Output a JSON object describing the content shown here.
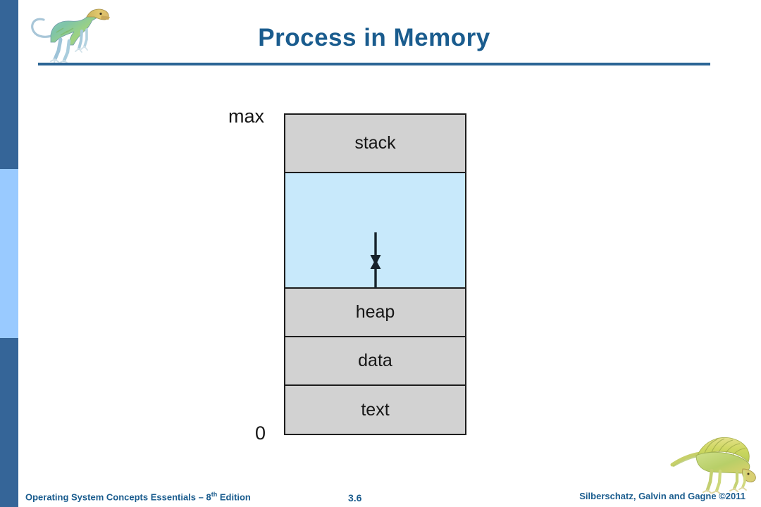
{
  "slide": {
    "title": "Process in Memory",
    "accent_color": "#1a5c8e",
    "rule_color": "#2b6595"
  },
  "rail": {
    "band_top_color": "#356598",
    "band_middle_color": "#99caff",
    "band_bottom_color": "#356598"
  },
  "diagram": {
    "top_label": "max",
    "bottom_label": "0",
    "segment_fill": "#d2d2d2",
    "free_fill": "#c8e9fb",
    "border_color": "#1d1d1d",
    "segments": [
      {
        "name": "stack",
        "label": "stack",
        "kind": "segment"
      },
      {
        "name": "free",
        "label": "",
        "kind": "free"
      },
      {
        "name": "heap",
        "label": "heap",
        "kind": "segment"
      },
      {
        "name": "data",
        "label": "data",
        "kind": "segment"
      },
      {
        "name": "text",
        "label": "text",
        "kind": "segment"
      }
    ],
    "arrows": [
      {
        "name": "stack-grows-down",
        "direction": "down"
      },
      {
        "name": "heap-grows-up",
        "direction": "up"
      }
    ]
  },
  "footer": {
    "left_text": "Operating System Concepts Essentials – 8",
    "left_sup": "th",
    "left_suffix": " Edition",
    "page_number": "3.6",
    "right_text": "Silberschatz, Galvin and Gagne ©2011"
  },
  "decor": {
    "top_dinosaur": "dinosaur-icon",
    "bottom_dinosaur": "dinosaur-icon"
  }
}
